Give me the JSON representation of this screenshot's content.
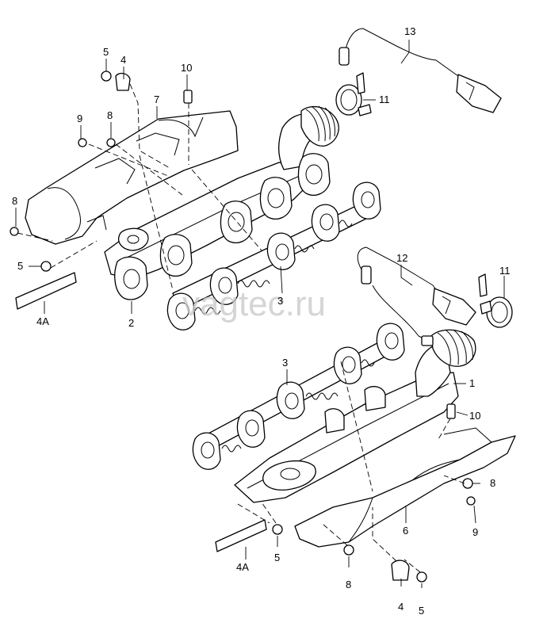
{
  "watermark": "vagtec.ru",
  "callouts": {
    "c13": "13",
    "c5_top": "5",
    "c4_top": "4",
    "c10_top": "10",
    "c11_top": "11",
    "c7": "7",
    "c9_top": "9",
    "c8_top": "8",
    "c8_left": "8",
    "c5_left": "5",
    "c4A_top": "4A",
    "c2": "2",
    "c3_top": "3",
    "c12": "12",
    "c11_mid": "11",
    "c3_mid": "3",
    "c1": "1",
    "c10_bot": "10",
    "c8_right": "8",
    "c9_bot": "9",
    "c6": "6",
    "c4A_bot": "4A",
    "c5_bot": "5",
    "c8_bot": "8",
    "c4_bot": "4",
    "c5_bot2": "5"
  }
}
